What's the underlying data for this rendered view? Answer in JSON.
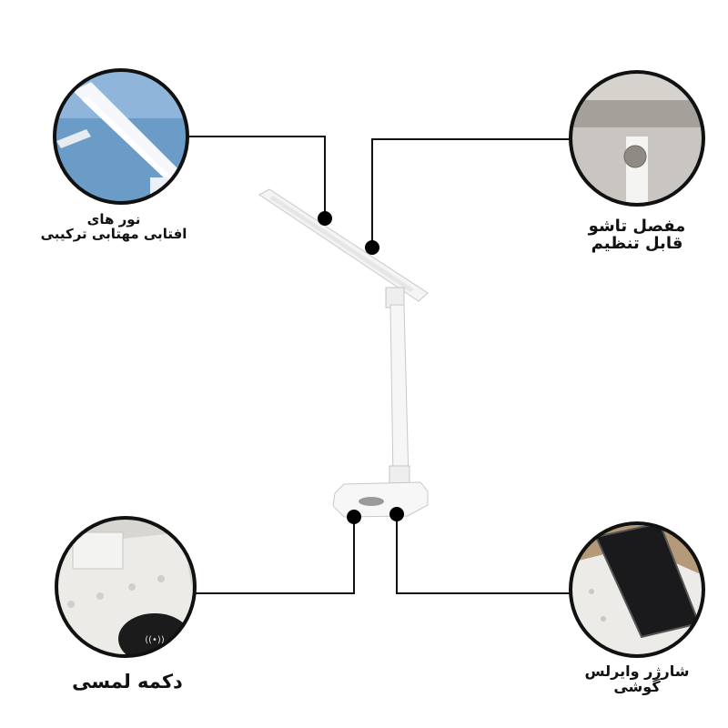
{
  "callouts": [
    {
      "id": "lights",
      "lines": [
        "نور های",
        "افتابی مهتابی ترکیبی"
      ]
    },
    {
      "id": "joint",
      "lines": [
        "مفصل تاشو",
        "قابل تنظیم"
      ]
    },
    {
      "id": "touch",
      "lines": [
        "دکمه لمسی"
      ]
    },
    {
      "id": "wireless",
      "lines": [
        "شارژر وایرلس",
        "گوشی"
      ]
    }
  ],
  "colors": {
    "line": "#111111",
    "dot": "#000000",
    "circle_border": "#111111"
  }
}
